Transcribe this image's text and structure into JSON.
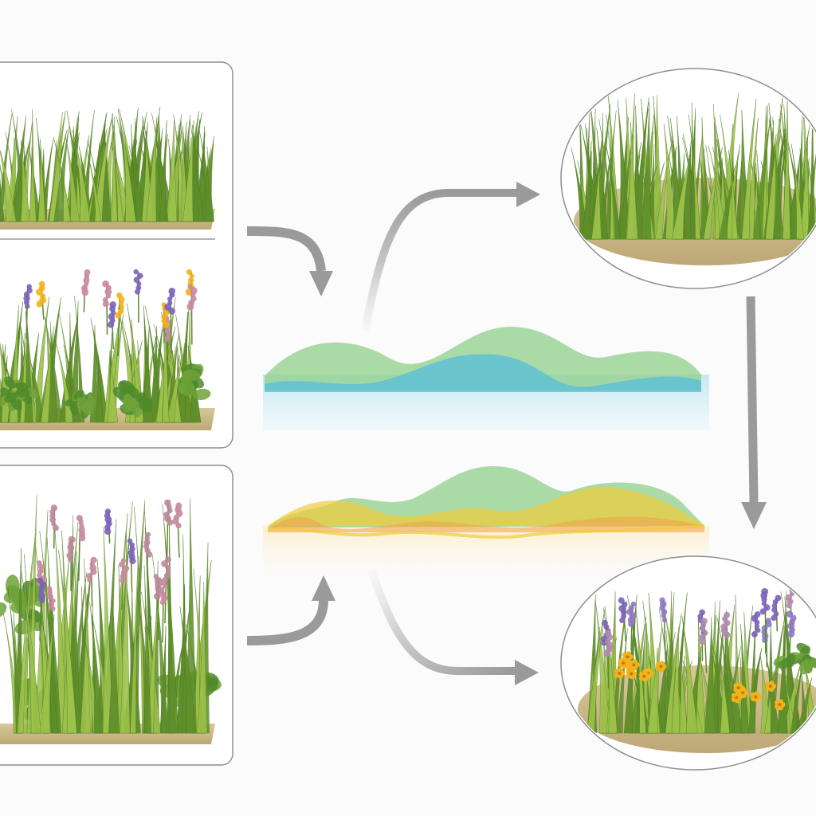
{
  "diagram": {
    "colors": {
      "background": "#fbfbfb",
      "frame": "#8e8e8e",
      "soil": "#cbb98a",
      "grass_dark": "#5f8f2a",
      "grass_light": "#9cc24a",
      "arrow": "#9a9a9a",
      "wave_green": "#8fcf8a",
      "wave_blue": "#5bbfd8",
      "wave_yellow": "#f0cc3a",
      "wave_orange": "#f2a04a",
      "flower_purple": "#7a63b8",
      "flower_pink": "#c98aa0",
      "flower_yellow": "#f2b21a"
    },
    "panels": [
      {
        "name": "grass-monoculture-panel",
        "content": "grass-only"
      },
      {
        "name": "mixed-meadow-panel",
        "content": "grass-with-wildflowers"
      },
      {
        "name": "diverse-meadow-panel",
        "content": "dense-mixed-vegetation"
      }
    ],
    "outcomes": [
      {
        "name": "grass-outcome-ellipse",
        "content": "grass-only"
      },
      {
        "name": "wildflower-outcome-ellipse",
        "content": "grass-with-wildflowers"
      }
    ],
    "waves": [
      {
        "name": "water-wave-band",
        "layers": [
          "green",
          "blue"
        ]
      },
      {
        "name": "sunlight-wave-band",
        "layers": [
          "green",
          "yellow",
          "orange"
        ]
      }
    ],
    "arrows": [
      {
        "name": "arrow-top-panel-to-water-wave"
      },
      {
        "name": "arrow-water-wave-to-grass-outcome"
      },
      {
        "name": "arrow-grass-outcome-to-wildflower-outcome"
      },
      {
        "name": "arrow-bottom-panel-to-sunlight-wave"
      },
      {
        "name": "arrow-sunlight-wave-to-wildflower-outcome"
      }
    ]
  }
}
